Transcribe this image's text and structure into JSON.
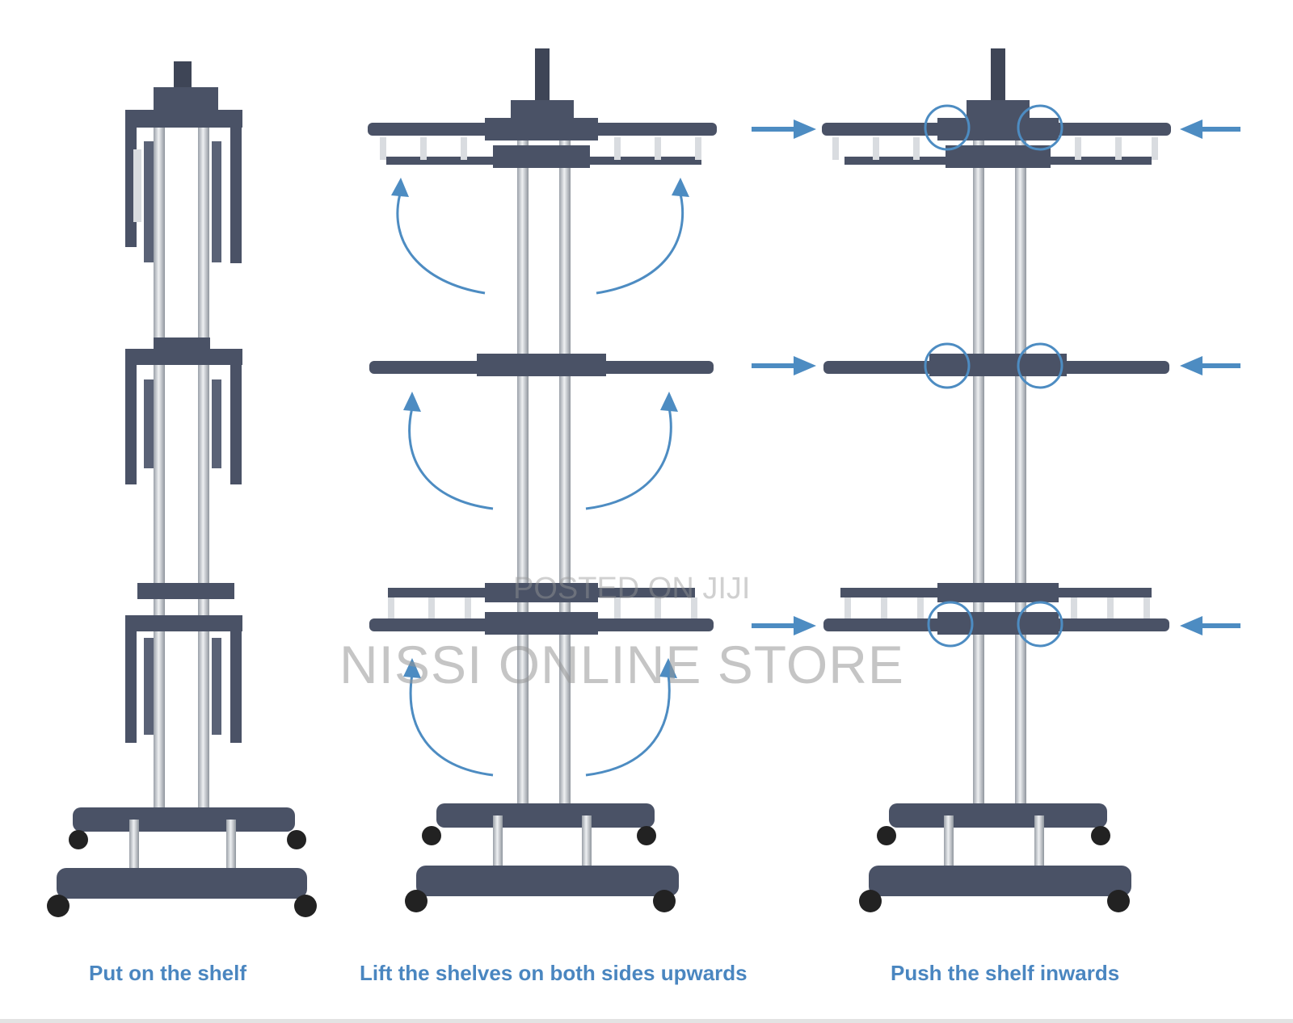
{
  "captions": {
    "step1": "Put on the shelf",
    "step2": "Lift the shelves on both sides upwards",
    "step3": "Push the shelf inwards"
  },
  "watermark": {
    "line1": "POSTED ON JIJI",
    "line2": "NISSI ONLINE STORE"
  },
  "colors": {
    "frame": "#4a5266",
    "pole": "#c7cbd1",
    "arrow": "#4d8cc2",
    "caption": "#4a86c0"
  }
}
